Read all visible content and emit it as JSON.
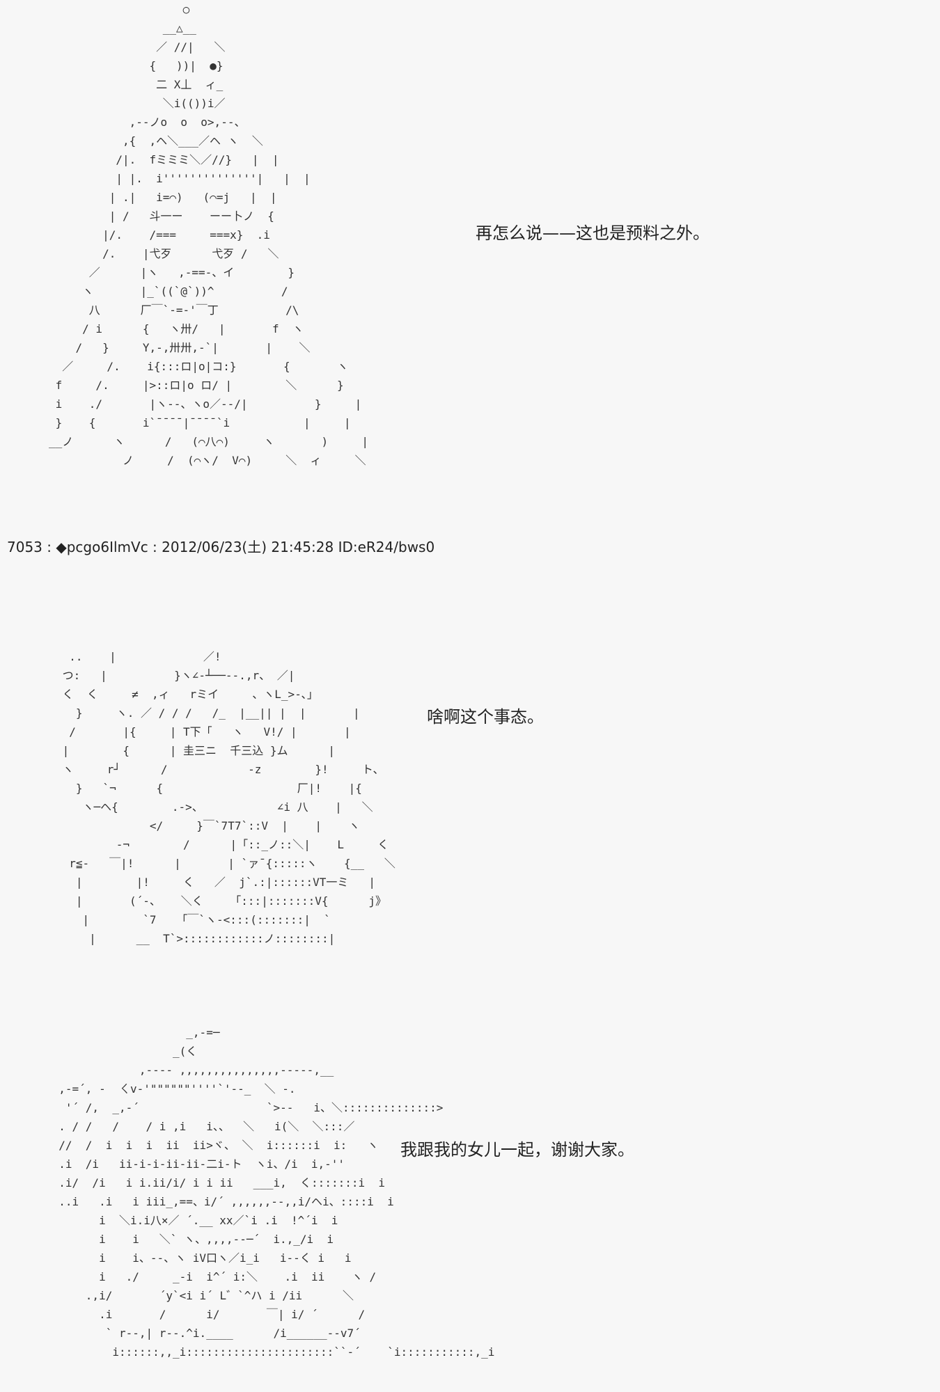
{
  "ascii_art": {
    "block1": "                    ○\n                 __△__\n                ／ //|   ＼\n               {   ))|  ●}\n                二 X丄  ィ_\n                 ＼i(())i／\n            ,--ノo  o  o>,--、\n           ,{  ,ヘ＼___／ヘ ヽ  ＼\n          /|.  fミミミ＼／//}   |  |\n          | |.  i''''''''''''''|   |  |\n         | .|   i=⌒)   (⌒=j   |  |\n         | /   斗一ー    ーー卜ノ  {\n        |/.    /===     ===x}  .i\n        /.    |弋歹      弋歹 /   ＼\n      ／      |ヽ   ,-==-、イ        }\n     ヽ       |_`((`@`))^          /\n      八      厂￣`-=-'￣丁          /\\\n     / i      {   ヽ卅/   |       f  ヽ\n    /   }     Y,-,卅卅,-`|       |    ＼\n  ／     /.    i{:::ロ|o|コ:}       {       ヽ\n f     /.     |>::ロ|o ロ/ |        ＼      }\n i    ./       |ヽ--、ヽo／--/|          }     |\n }    {       i`¯¯¯¯|¯¯¯¯`i           |     |\n__ノ      ヽ      /   (⌒八⌒)     ヽ       )     |\n           ノ     /  (⌒ヽ/  V⌒)     ＼  ィ     ＼",
    "block2": "  ..    |             ／!\n つ:   |          }ヽ∠-┴──--.,r、 ／|\n く  く     ≠  ,ィ   rミイ     、ヽL_>-､」\n   }     ヽ. ／ / / /   /_  |__|| |  |       |\n  /       |{     | T下「   ヽ   V!/ |       |\n |        {      | 圭三ニ  千三込 }ム      |\n ヽ     r┘      /            -z        }!     ト、\n   }   `¬      {                    厂|!    |{\n    ヽ─ヘ{        .->、           ∠i 八    |   ＼\n              </     }￣`7T7`::V  |    |    ヽ\n         -¬        /      |「::_ノ::＼|    L     く\n  r≦-   ￣|!      |       | `ァ¯{:::::ヽ    {__   ＼\n   |        |!     く   ／  j`.:|::::::VT一ミ   |\n   |       (´-、   ＼く    「:::|:::::::V{      j》\n    |        `7   「￣`ヽ-<:::(:::::::|  `\n     |      __  T`>::::::::::::ノ::::::::|",
    "block3": "                     _,-=─\n                   _(く\n              ,---- ,,,,,,,,,,,,,,,-----,__\n  ,-=´, -  ㄑv-'\"\"\"\"\"\"''''`'--_  ＼ -.\n   '´ /,  _,-´                   `>--   i、＼::::::::::::::>\n  . / /   /    / i ,i   i、、  ＼   i(＼  ＼:::／\n  //  /  i  i  i  ii  ii>ヾ、 ＼  i::::::i  i:   ヽ\n  .i  /i   ii-i-i-ii-ii-二i-ト  ヽi、/i  i,-''\n  .i/  /i   i i.ii/i/ i i ii   ___i,  く:::::::i  i\n  ..i   .i   i iii_,==、i/´ ,,,,,,--,,i/ヘi、::::i  i\n        i  ＼i.i八×／ ´.__ xx／`i .i  !^´i  i\n        i    i   ＼` ヽ、,,,,--─´  i.,_/i  i\n        i    i、--、ヽ iV口ヽ／i_i   i--く i   i\n        i   ./     _-i  i^´ i:＼    .i  ii    ヽ /\n      .,i/       ´y`<i i´ L゛`^ハ i /ii      ＼\n        .i       /      i/       ￣| i/ ´      /\n         ` r--,| r--.^i.____      /i______--v7´\n          i::::::,,_i::::::::::::::::::::::``-´    `i:::::::::::,_i"
  },
  "dialogue": {
    "line1": "再怎么说——这也是预料之外。",
    "line2": "啥啊这个事态。",
    "line3": "我跟我的女儿一起，谢谢大家。"
  },
  "post_header": {
    "text": "7053 : ◆pcgo6IlmVc : 2012/06/23(土) 21:45:28 ID:eR24/bws0"
  }
}
